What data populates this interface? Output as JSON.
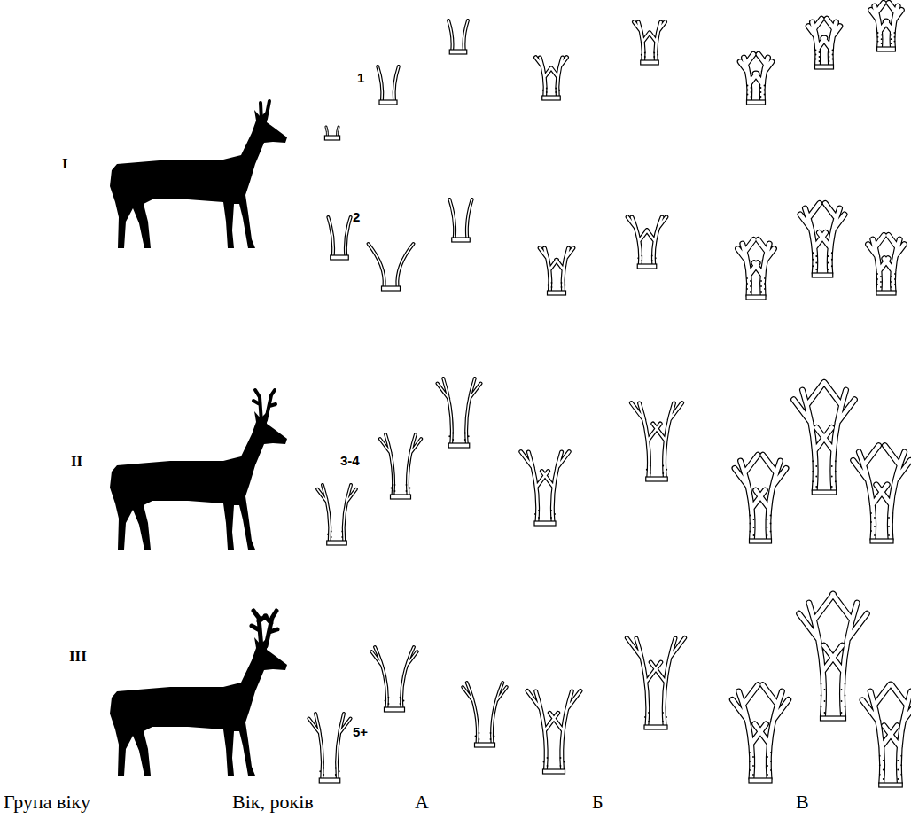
{
  "diagram": {
    "labels": [
      "I",
      "1",
      "2",
      "II",
      "3-4",
      "III",
      "5+",
      "Група віку",
      "Вік, років",
      "А",
      "Б",
      "В"
    ]
  }
}
